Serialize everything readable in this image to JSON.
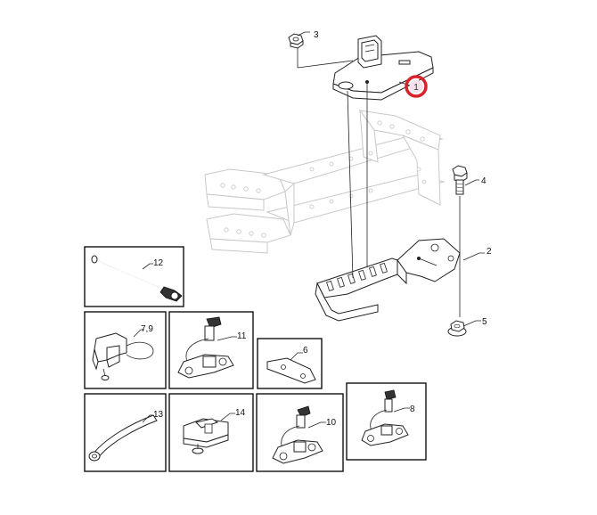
{
  "callouts": {
    "c1": "1",
    "c2": "2",
    "c3": "3",
    "c4": "4",
    "c5": "5",
    "c6": "6",
    "c7_9": "7,9",
    "c8": "8",
    "c10": "10",
    "c11": "11",
    "c12": "12",
    "c13": "13",
    "c14": "14"
  },
  "colors": {
    "highlight_ring": "#d9232a",
    "ghost_frame": "#c8c8c8",
    "line": "#222222"
  }
}
